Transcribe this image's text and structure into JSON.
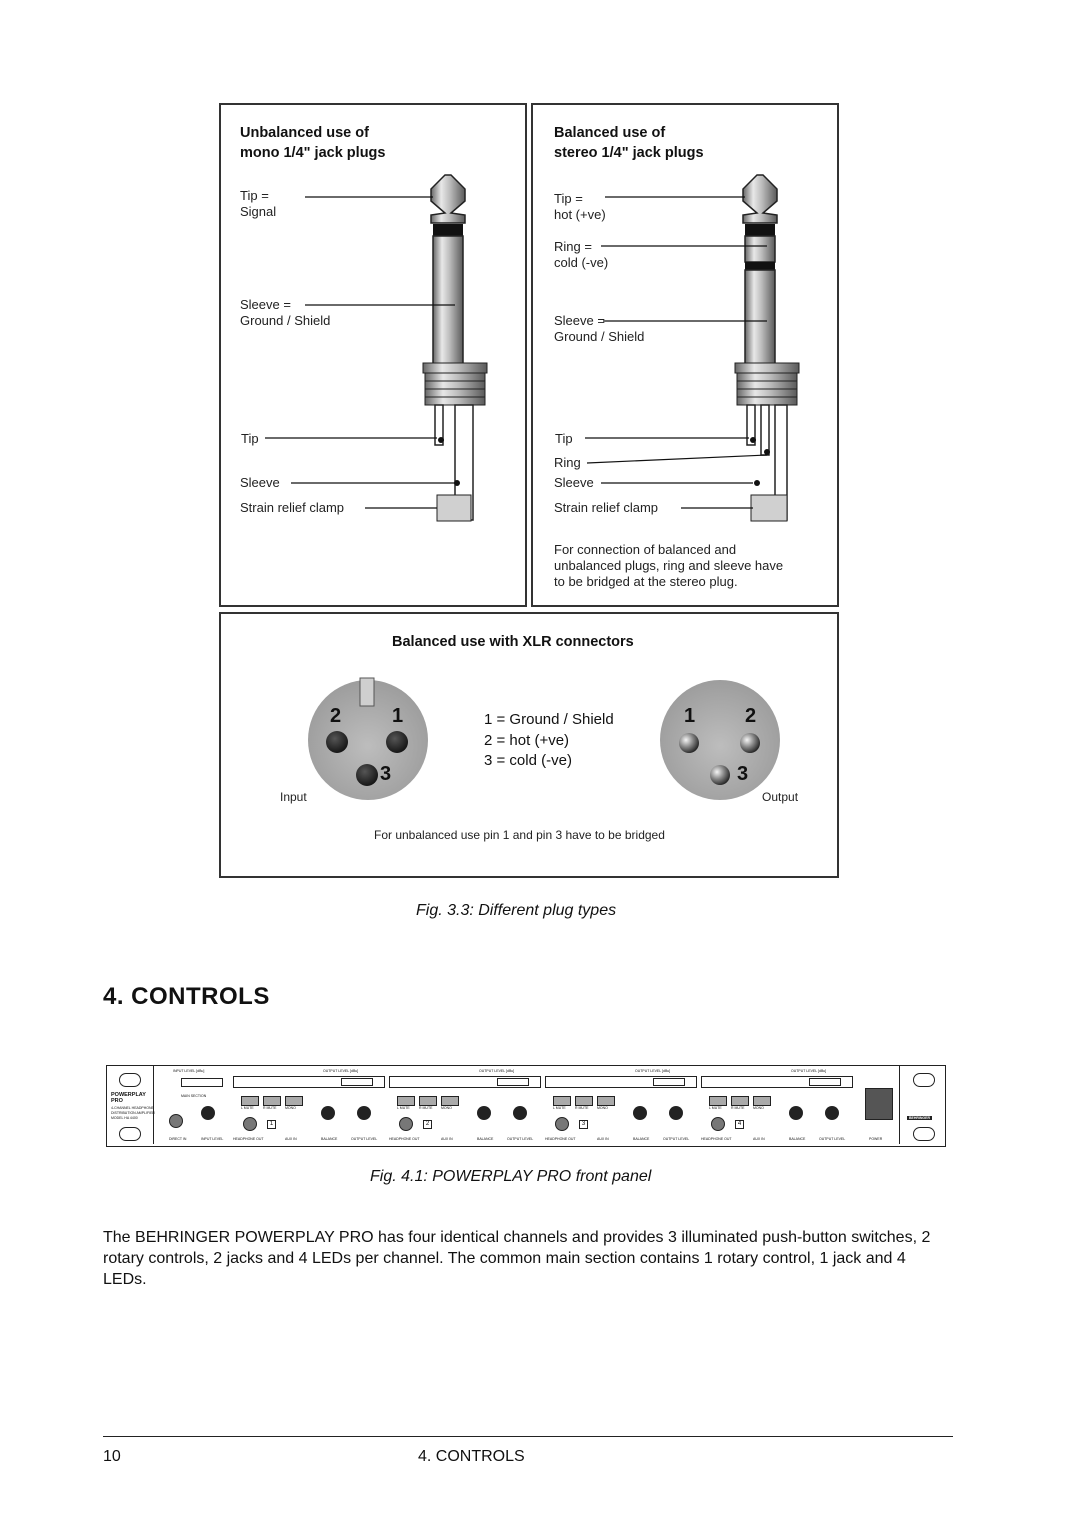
{
  "plug_figure": {
    "mono_panel": {
      "title": "Unbalanced use of\nmono 1/4\" jack plugs",
      "tip_label": "Tip =\nSignal",
      "sleeve_label": "Sleeve =\nGround / Shield",
      "tip_wire": "Tip",
      "sleeve_wire": "Sleeve",
      "strain": "Strain relief clamp"
    },
    "stereo_panel": {
      "title": "Balanced use of\nstereo 1/4\" jack plugs",
      "tip_label": "Tip =\nhot (+ve)",
      "ring_label": "Ring =\ncold (-ve)",
      "sleeve_label": "Sleeve =\nGround / Shield",
      "tip_wire": "Tip",
      "ring_wire": "Ring",
      "sleeve_wire": "Sleeve",
      "strain": "Strain relief clamp",
      "note": "For connection of balanced and\nunbalanced plugs, ring and sleeve have\nto be bridged at the stereo plug."
    },
    "xlr_panel": {
      "title": "Balanced use with XLR connectors",
      "input_pins": [
        "2",
        "1",
        "3"
      ],
      "output_pins": [
        "1",
        "2",
        "3"
      ],
      "legend": [
        "1 = Ground / Shield",
        "2 = hot (+ve)",
        "3 = cold (-ve)"
      ],
      "input_label": "Input",
      "output_label": "Output",
      "note": "For unbalanced use pin 1 and pin 3 have to be bridged"
    },
    "caption": "Fig. 3.3: Different plug types"
  },
  "section": {
    "heading": "4.  CONTROLS"
  },
  "front_panel": {
    "brand": "POWERPLAY\nPRO",
    "model": "4-CHANNEL HEADPHONE\nDISTRIBUTION AMPLIFIER\nMODEL HA 4400",
    "main_section": "MAIN SECTION",
    "input_level": "INPUT LEVEL [dBu]",
    "direct_in": "DIRECT IN",
    "input_level_bottom": "INPUT LEVEL",
    "output_level": "OUTPUT LEVEL [dBu]",
    "channel_buttons": [
      "L MUTE",
      "R MUTE",
      "MONO"
    ],
    "channel_bottom": [
      "HEADPHONE OUT",
      "AUX IN",
      "BALANCE",
      "OUTPUT LEVEL"
    ],
    "channel_numbers": [
      "1",
      "2",
      "3",
      "4"
    ],
    "power": "POWER",
    "logo": "BEHRINGER",
    "caption": "Fig. 4.1: POWERPLAY PRO front panel"
  },
  "paragraph": "The BEHRINGER POWERPLAY PRO has four identical channels and provides 3 illuminated push-button switches, 2 rotary controls, 2 jacks and 4 LEDs per channel. The common main section contains 1 rotary control, 1 jack and 4 LEDs.",
  "footer": {
    "page": "10",
    "section": "4.  CONTROLS"
  }
}
